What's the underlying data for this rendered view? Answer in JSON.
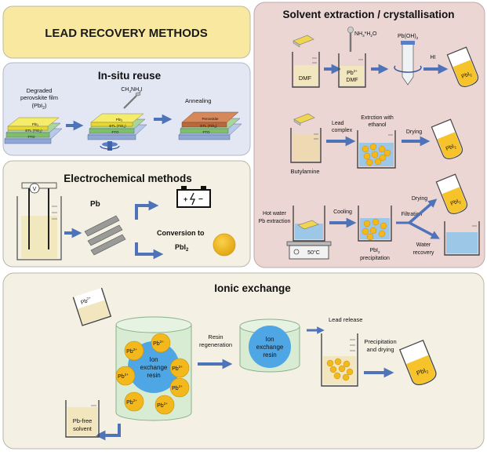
{
  "title": {
    "text": "LEAD RECOVERY METHODS"
  },
  "in_situ": {
    "heading": "In-situ reuse",
    "degraded_line1": "Degraded",
    "degraded_line2": "perovskite film",
    "degraded_line3": "(PbI",
    "reagent": "CH",
    "annealing": "Annealing",
    "stack1": {
      "top": "PbI",
      "middle": "ETL (TiO",
      "bottom": "FTO"
    },
    "stack2": {
      "top": "PbI",
      "middle": "ETL (TiO",
      "bottom": "FTO"
    },
    "stack3": {
      "top": "Perovskite",
      "middle": "ETL (TiO",
      "bottom": "FTO"
    }
  },
  "electrochemical": {
    "heading": "Electrochemical methods",
    "voltmeter": "V",
    "pb_label": "Pb",
    "conversion_line1": "Conversion to",
    "conversion_line2": "PbI"
  },
  "solvent": {
    "heading": "Solvent extraction / crystallisation",
    "row1": {
      "beaker1": "DMF",
      "reagent": "NH",
      "beaker2_l1": "Pb",
      "beaker2_l2": "DMF",
      "precipitate": "Pb(OH)",
      "acid": "HI",
      "product": "PbI"
    },
    "row2": {
      "beaker": "Butylamine",
      "lead_complex_l1": "Lead",
      "lead_complex_l2": "complex",
      "extraction_l1": "Extrction with",
      "extraction_l2": "ethanol",
      "drying": "Drying",
      "product": "PbI"
    },
    "row3": {
      "hot_water_l1": "Hot water",
      "hot_water_l2": "Pb extraction",
      "hotplate": "50°C",
      "cooling": "Cooling",
      "precip_l1": "PbI",
      "precip_l2": "precipitation",
      "filtration": "Filtration",
      "drying": "Drying",
      "product": "PbI",
      "water_l1": "Water",
      "water_l2": "recovery"
    }
  },
  "ionic": {
    "heading": "Ionic exchange",
    "beaker_label": "Pb",
    "resin_l1": "Ion",
    "resin_l2": "exchange",
    "resin_l3": "resin",
    "pb_balls": [
      "Pb",
      "Pb",
      "Pb",
      "Pb",
      "Pb",
      "Pb",
      "Pb"
    ],
    "regen_l1": "Resin",
    "regen_l2": "regeneration",
    "resin2_l1": "Ion",
    "resin2_l2": "exchange",
    "resin2_l3": "resin",
    "lead_release": "Lead release",
    "precip_l1": "Precipitation",
    "precip_l2": "and drying",
    "product": "PbI",
    "pbfree_l1": "Pb-free",
    "pbfree_l2": "solvent"
  },
  "colors": {
    "panel_bg": "#f4f1e4",
    "blue_panel": "#e3e7f4",
    "pink_panel": "#ecd6d4",
    "title_bg": "#f8e8a0",
    "arrow": "#4f73b8",
    "gold": "#f2b81c",
    "resin_blue": "#4ea6e4",
    "resin_green": "#d7ecd2"
  }
}
